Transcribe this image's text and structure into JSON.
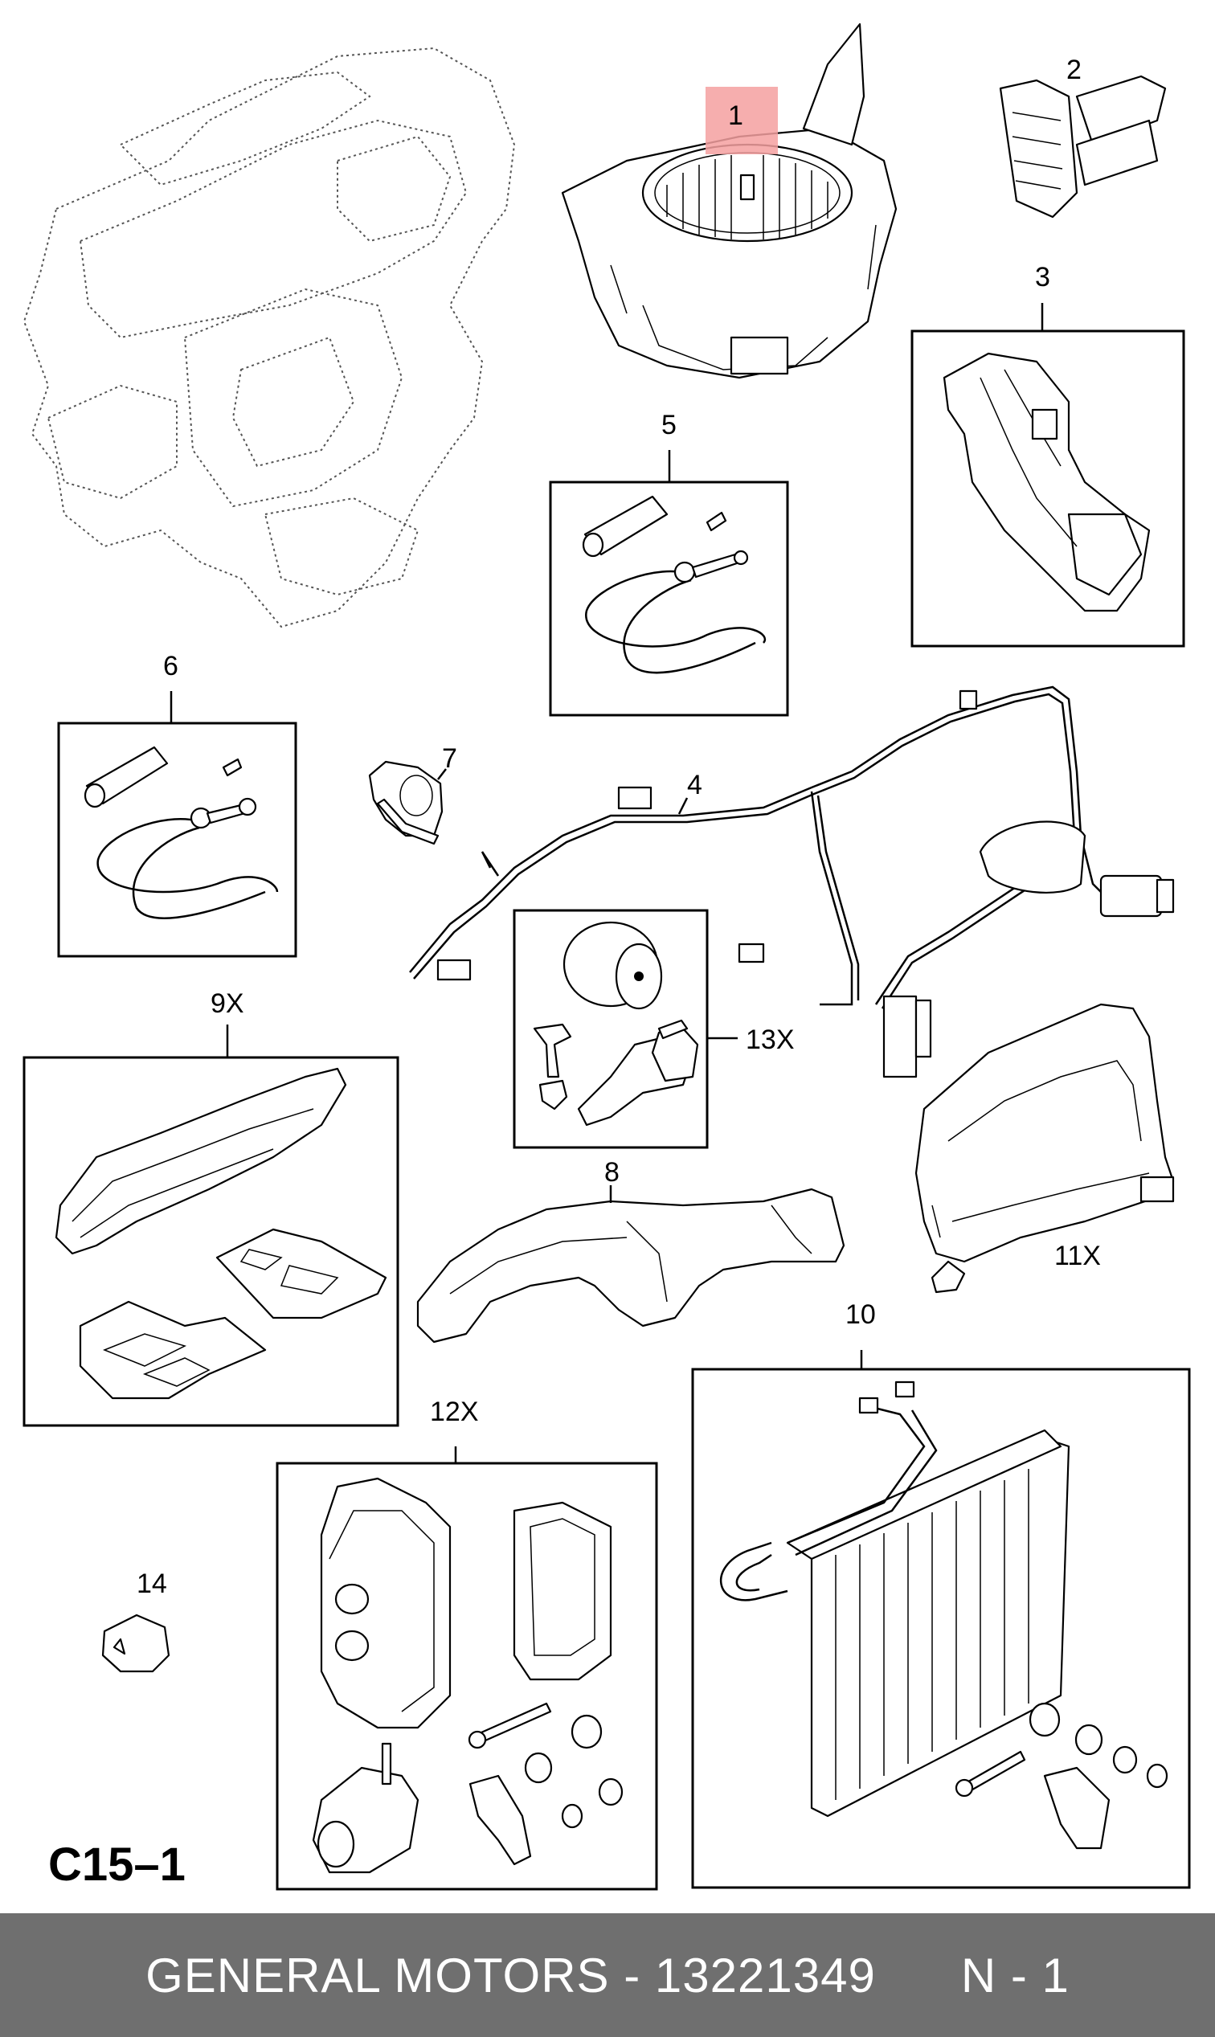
{
  "diagram": {
    "page_code": "C15–1",
    "callouts": [
      {
        "id": "1",
        "label": "1"
      },
      {
        "id": "2",
        "label": "2"
      },
      {
        "id": "3",
        "label": "3"
      },
      {
        "id": "4",
        "label": "4"
      },
      {
        "id": "5",
        "label": "5"
      },
      {
        "id": "6",
        "label": "6"
      },
      {
        "id": "7",
        "label": "7"
      },
      {
        "id": "8",
        "label": "8"
      },
      {
        "id": "9",
        "label": "9X"
      },
      {
        "id": "10",
        "label": "10"
      },
      {
        "id": "11",
        "label": "11X"
      },
      {
        "id": "12",
        "label": "12X"
      },
      {
        "id": "13",
        "label": "13X"
      },
      {
        "id": "14",
        "label": "14"
      }
    ],
    "highlight_color": "#f4a0a0"
  },
  "footer": {
    "brand": "GENERAL MOTORS",
    "separator": " - ",
    "part_number": "13221349",
    "quantity": "N - 1",
    "background": "#6f6f6f"
  }
}
